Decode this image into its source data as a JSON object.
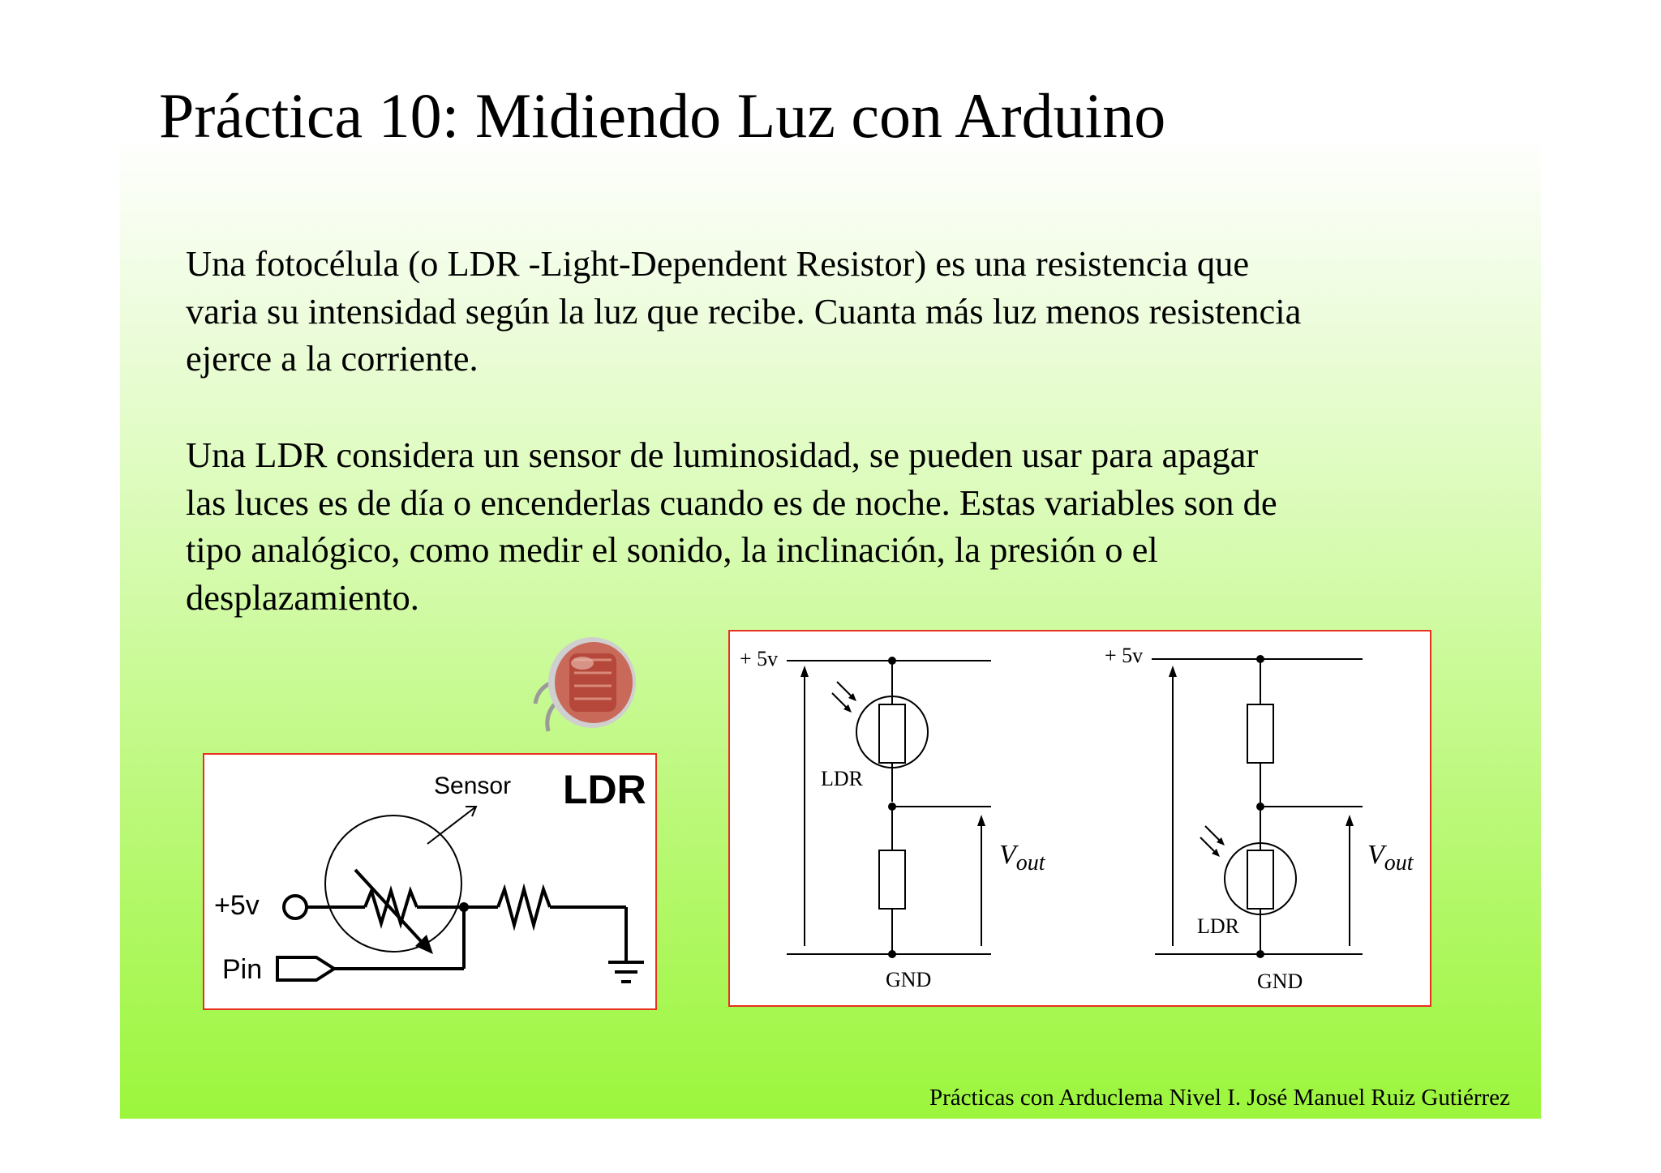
{
  "title": "Práctica 10: Midiendo Luz con Arduino",
  "paragraph1": [
    "Una fotocélula (o LDR -Light-Dependent Resistor) es una resistencia que",
    "varia su intensidad según la luz que recibe. Cuanta más luz menos resistencia",
    "ejerce a la corriente."
  ],
  "paragraph2": [
    "Una LDR considera un sensor de luminosidad, se pueden usar para apagar",
    "las luces es de día o encenderlas cuando es de noche. Estas variables son de",
    "tipo analógico, como medir el sonido, la inclinación, la presión o el",
    "desplazamiento."
  ],
  "circuit1": {
    "sensor_label": "Sensor",
    "ldr_label": "LDR",
    "v_label": "+5v",
    "pin_label": "Pin"
  },
  "circuit2": {
    "left": {
      "v_label": "+ 5v",
      "ldr_label": "LDR",
      "vout_v": "V",
      "vout_sub": "out",
      "gnd_label": "GND"
    },
    "right": {
      "v_label": "+ 5v",
      "ldr_label": "LDR",
      "vout_v": "V",
      "vout_sub": "out",
      "gnd_label": "GND"
    }
  },
  "footer": "Prácticas con Arduclema Nivel I.  José Manuel Ruiz Gutiérrez",
  "colors": {
    "frame_border": "#e8301f",
    "background_top": "#ffffff",
    "background_bottom": "#9cf63c"
  }
}
